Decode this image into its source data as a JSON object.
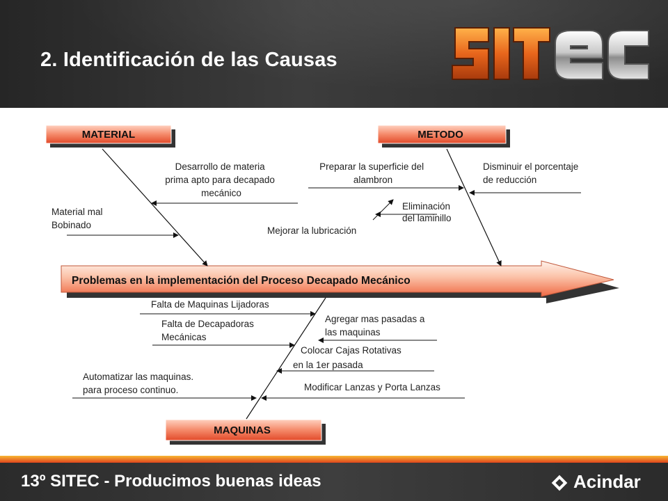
{
  "slide": {
    "title": "2. Identificación de las Causas",
    "logo_text": "SITEC"
  },
  "diagram": {
    "problem": "Problemas en la implementación del Proceso  Decapado Mecánico",
    "categories": {
      "material": "MATERIAL",
      "metodo": "METODO",
      "maquinas": "MAQUINAS"
    },
    "causes": {
      "desarrollo": [
        "Desarrollo de materia",
        "prima apto para decapado",
        "mecánico"
      ],
      "material_mal": [
        "Material mal",
        "Bobinado"
      ],
      "preparar": [
        "Preparar la superficie del",
        "alambron"
      ],
      "disminuir": [
        "Disminuir el porcentaje",
        "de reducción"
      ],
      "eliminacion": [
        "Eliminación",
        "del laminillo"
      ],
      "mejorar": "Mejorar la lubricación",
      "lijadoras": "Falta de Maquinas Lijadoras",
      "decapadoras": [
        "Falta de Decapadoras",
        "Mecánicas"
      ],
      "agregar": [
        "Agregar mas pasadas a",
        "las maquinas"
      ],
      "cajas": [
        "Colocar Cajas Rotativas",
        "en la 1er pasada"
      ],
      "automatizar": [
        "Automatizar las maquinas.",
        "para proceso continuo."
      ],
      "lanzas": "Modificar Lanzas y Porta Lanzas"
    }
  },
  "footer": {
    "tagline": "13º SITEC - Producimos buenas ideas",
    "brand": "Acindar"
  },
  "colors": {
    "header_dark": "#2e2e2e",
    "arrow_light": "#fde0d0",
    "arrow_dark": "#f0704a",
    "category_red": "#e8553a",
    "footer_orange": "#f39c26"
  }
}
